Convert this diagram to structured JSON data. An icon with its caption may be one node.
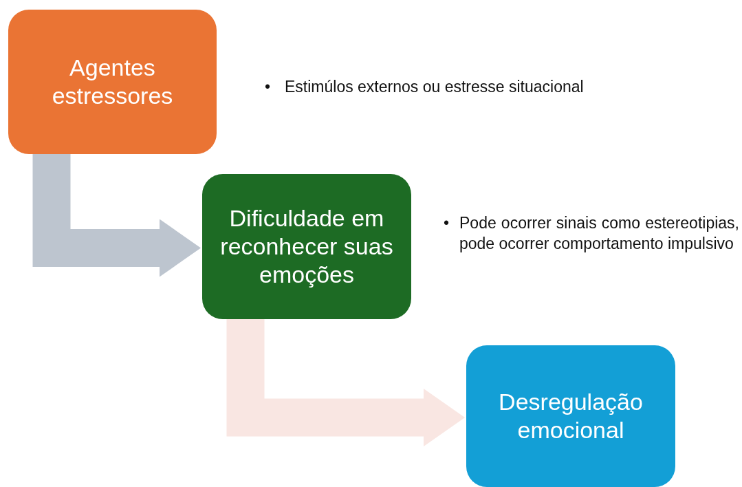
{
  "diagram": {
    "nodes": [
      {
        "text": [
          "Agentes estressores"
        ]
      },
      {
        "text": [
          "Dificuldade em reconhecer suas emoções"
        ]
      },
      {
        "text": [
          "Desregulação emocional"
        ]
      }
    ],
    "edges": [
      {
        "from": 0,
        "to": 1,
        "arrow": "to",
        "color": "#bdc5cf"
      },
      {
        "from": 1,
        "to": 2,
        "arrow": "to",
        "color": "#f9e6e2"
      }
    ],
    "labels": [
      "•",
      "Estimúlos externos ou estresse situacional",
      "•",
      "Pode ocorrer sinais como estereotipias, pode ocorrer comportamento impulsivo"
    ]
  }
}
